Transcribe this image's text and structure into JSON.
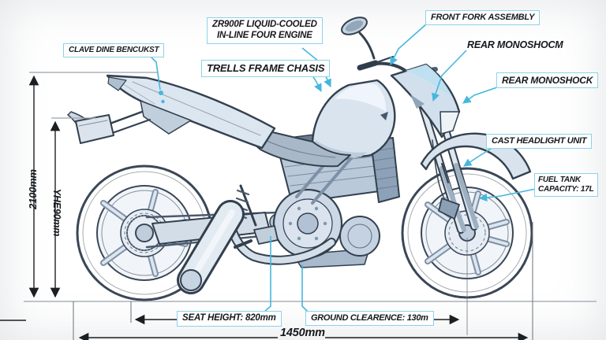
{
  "diagram_title": "Motorcycle specification diagram (Z900-style naked sport bike, side view)",
  "callouts": {
    "tail_component": "CLAVE DINE BENCUKST",
    "engine_line1": "ZR900F LIQUID-COOLED",
    "engine_line2": "IN-LINE FOUR ENGINE",
    "frame": "TRELLS FRAME CHASIS",
    "front_fork": "FRONT FORK ASSEMBLY",
    "rear_monoshock_upper": "REAR MONOSHOCM",
    "rear_monoshock": "REAR MONOSHOCK",
    "headlight": "CAST HEADLIGHT UNIT",
    "fuel_tank_line1": "FUEL TANK",
    "fuel_tank_line2": "CAPACITY: 17L"
  },
  "dimensions": {
    "overall_height": "2100mm",
    "inner_height": "YHE90mm",
    "seat_height": "SEAT HEIGHT: 820mm",
    "ground_clearance": "GROUND CLEARENCE: 130m",
    "length": "1450mm"
  },
  "colors": {
    "leader_line": "#45b7dc",
    "callout_border": "#8bd3ea",
    "ink": "#16191d",
    "line_art_outline": "#33404e",
    "dimension_line": "#1c1f22",
    "reference_line": "#9aa2ab"
  }
}
